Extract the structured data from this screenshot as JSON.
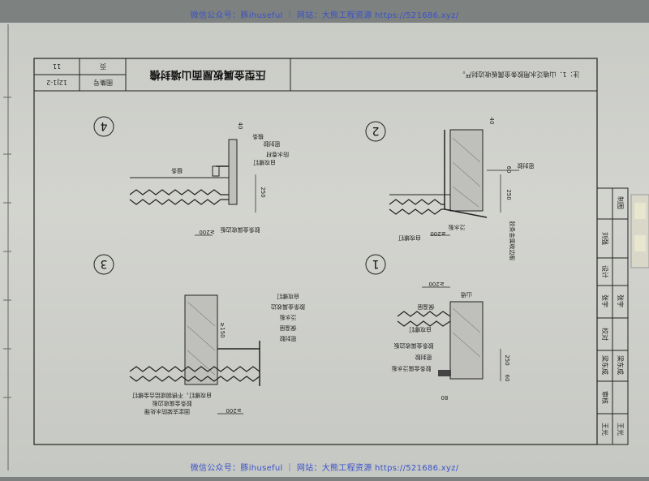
{
  "watermark": {
    "top": "微信公众号：豚ihuseful ｜ 网站：大熊工程资源 https://521686.xyz/",
    "bottom": "微信公众号：豚ihuseful ｜ 网站：大熊工程资源 https://521686.xyz/"
  },
  "title_block": {
    "title": "压型金属板屋面山墙封檐",
    "atlas_label": "图集号",
    "atlas_no": "12J1-2",
    "page_label": "页",
    "page_no": "11"
  },
  "note": "注：1．山墙泛水用胶条金属板收边封严。",
  "approval": {
    "zhitu_label": "制图",
    "zhitu_sign": "刘强",
    "sheji_label": "设计",
    "sheji_name": "张宇",
    "sheji_sign": "张宇",
    "jiaodui_label": "校对",
    "jiaodui_name": "梁东成",
    "jiaodui_sign": "梁东成",
    "shenhe_label": "审核",
    "shenhe_name": "王光",
    "shenhe_sign": "王光"
  },
  "details": [
    {
      "id": "1",
      "labels": [
        "胶条金属收边板",
        "自攻螺钉",
        "密封胶",
        "胶条金属泛水板",
        "保温层",
        "山墙"
      ],
      "dims": [
        "≥200",
        "250",
        "60",
        "80"
      ]
    },
    {
      "id": "2",
      "labels": [
        "胶条金属收边板",
        "自攻螺钉",
        "密封胶",
        "泛水板"
      ],
      "dims": [
        "≥200",
        "250",
        "60",
        "40"
      ]
    },
    {
      "id": "3",
      "labels": [
        "自攻螺钉，不锈钢或铝合金螺钉",
        "胶条金属收边板",
        "固定支架防水处理",
        "密封胶",
        "保温层",
        "泛水板",
        "胶条金属收边",
        "自攻螺钉"
      ],
      "dims": [
        "≥200",
        "≥150"
      ]
    },
    {
      "id": "4",
      "labels": [
        "胶条金属收边板",
        "密封胶",
        "自攻螺钉",
        "檐条",
        "防水卷材",
        "檩条"
      ],
      "dims": [
        "≥200",
        "250",
        "40"
      ]
    }
  ]
}
